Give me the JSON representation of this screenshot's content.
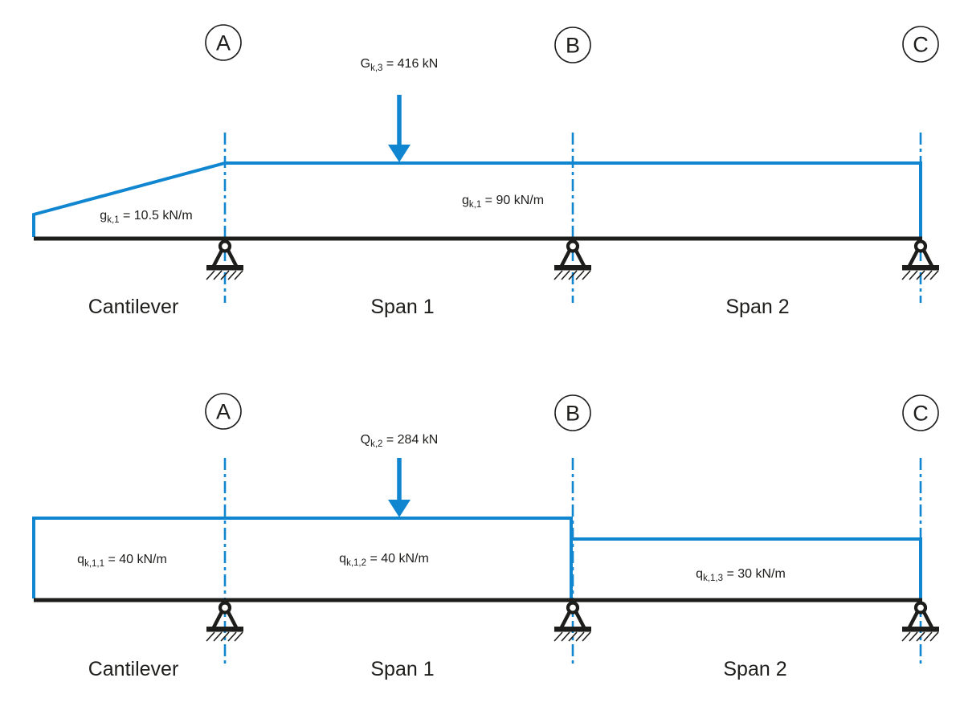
{
  "colors": {
    "accent_blue": "#1186d0",
    "line_black": "#1d1d1b"
  },
  "top_diagram": {
    "nodes": {
      "a": "A",
      "b": "B",
      "c": "C"
    },
    "point_load": {
      "symbol": "G",
      "subscript": "k,3",
      "value": " = 416 kN"
    },
    "cantilever_load": {
      "symbol": "g",
      "subscript": "k,1",
      "value": " = 10.5 kN/m"
    },
    "span_load": {
      "symbol": "g",
      "subscript": "k,1",
      "value": " = 90 kN/m"
    },
    "regions": {
      "cantilever": "Cantilever",
      "span1": "Span 1",
      "span2": "Span 2"
    }
  },
  "bottom_diagram": {
    "nodes": {
      "a": "A",
      "b": "B",
      "c": "C"
    },
    "point_load": {
      "symbol": "Q",
      "subscript": "k,2",
      "value": " = 284 kN"
    },
    "cantilever_load": {
      "symbol": "q",
      "subscript": "k,1,1",
      "value": " = 40 kN/m"
    },
    "span1_load": {
      "symbol": "q",
      "subscript": "k,1,2",
      "value": " = 40 kN/m"
    },
    "span2_load": {
      "symbol": "q",
      "subscript": "k,1,3",
      "value": " = 30 kN/m"
    },
    "regions": {
      "cantilever": "Cantilever",
      "span1": "Span 1",
      "span2": "Span 2"
    }
  }
}
